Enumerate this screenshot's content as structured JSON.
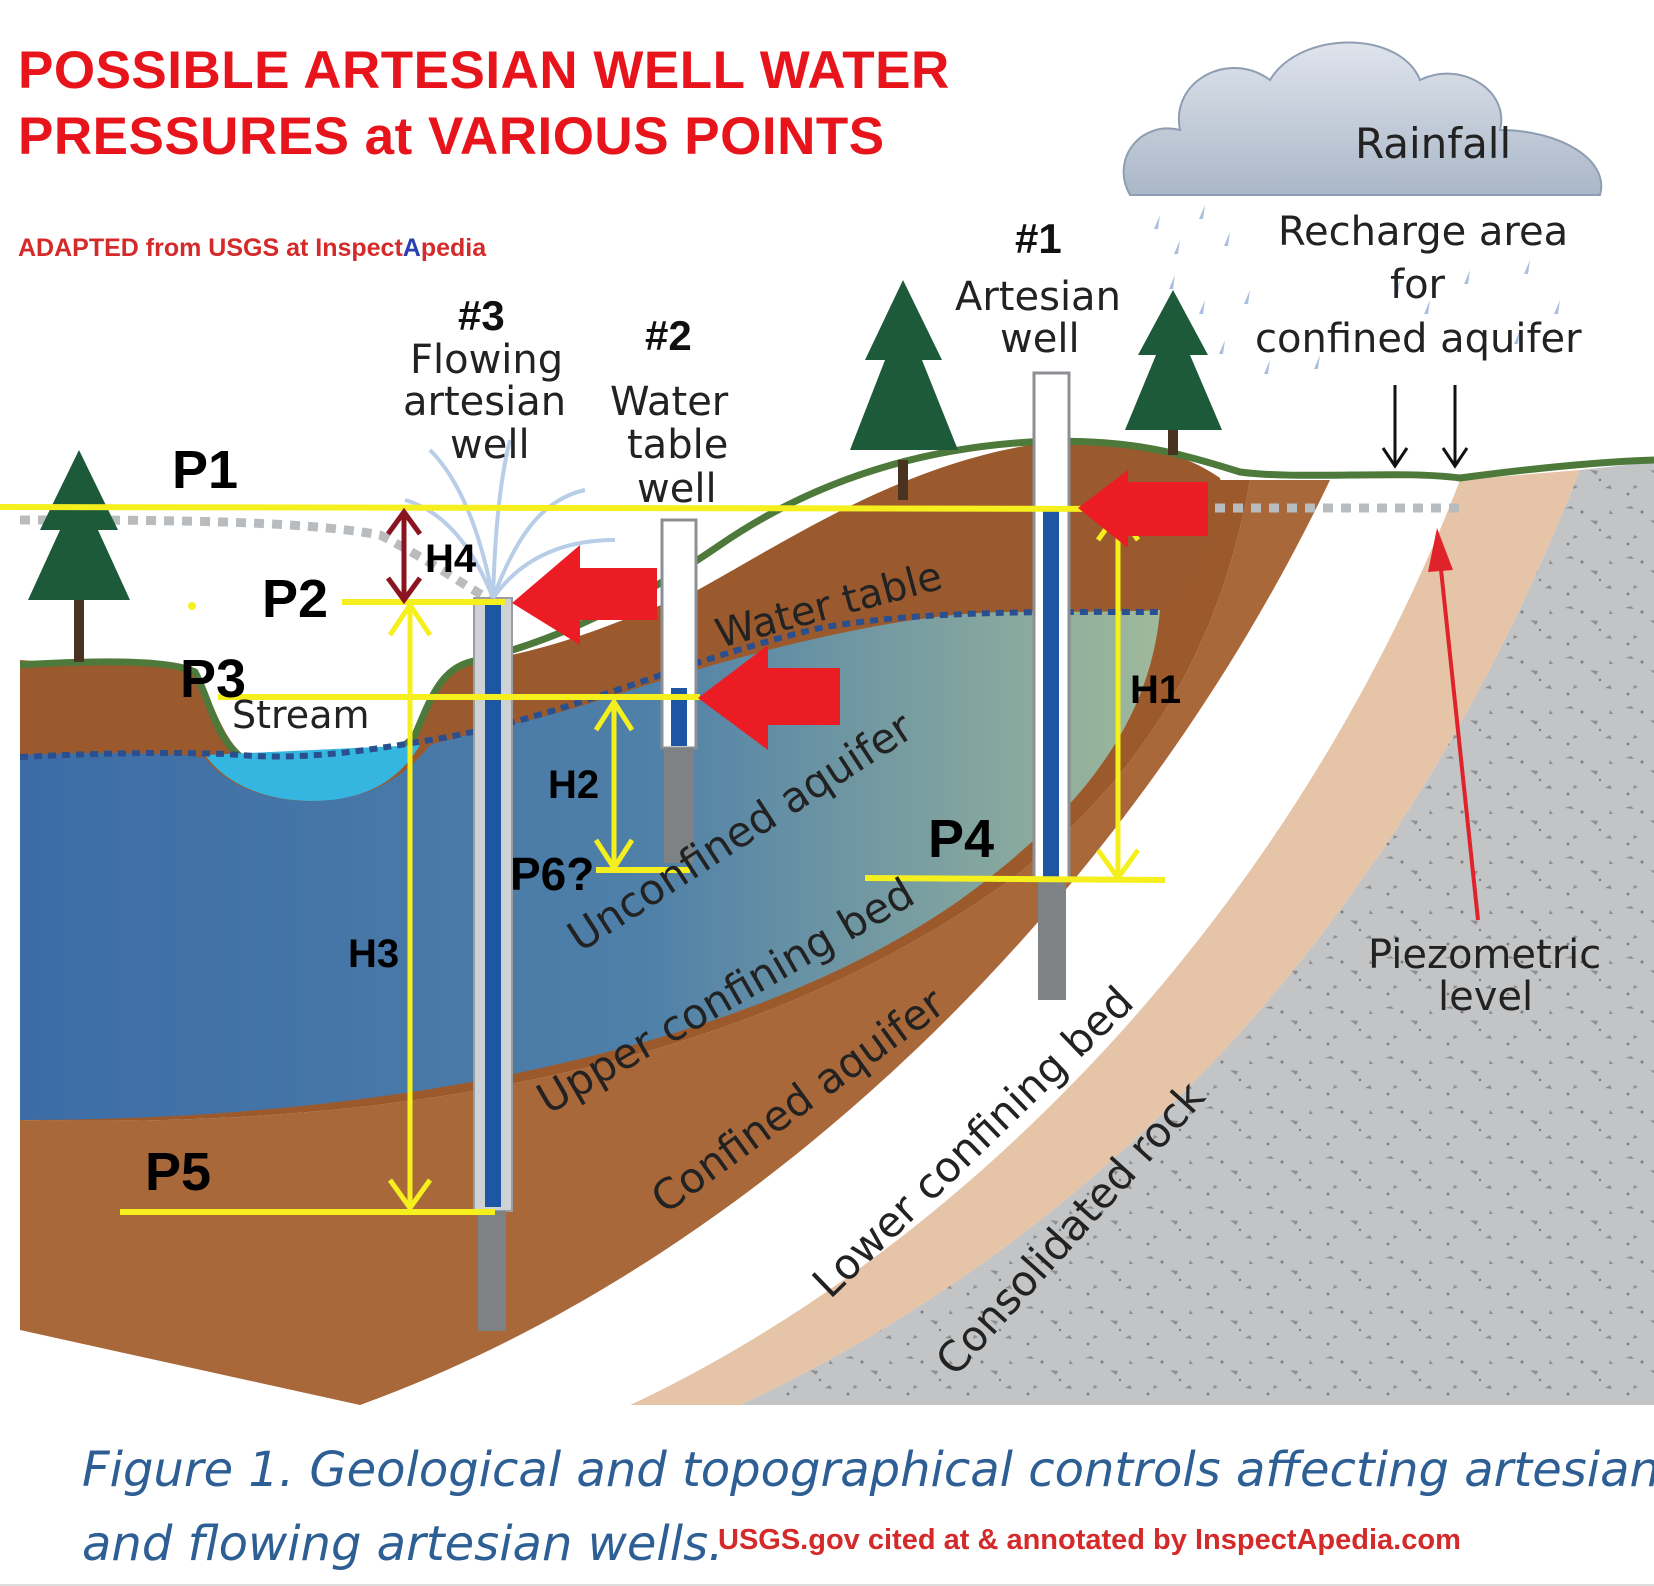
{
  "title_line1": "POSSIBLE ARTESIAN WELL WATER",
  "title_line2": "PRESSURES at VARIOUS POINTS",
  "credit_prefix": "ADAPTED from USGS at Inspect",
  "credit_highlight": "A",
  "credit_suffix": "pedia",
  "labels": {
    "rainfall": "Rainfall",
    "recharge1": "Recharge area",
    "recharge2": "for",
    "recharge3": "confined aquifer",
    "well1_num": "#1",
    "well1_a": "Artesian",
    "well1_b": "well",
    "well2_num": "#2",
    "well2_a": "Water",
    "well2_b": "table",
    "well2_c": "well",
    "well3_num": "#3",
    "well3_a": "Flowing",
    "well3_b": "artesian",
    "well3_c": "well",
    "stream": "Stream",
    "water_table": "Water table",
    "unconfined": "Unconfined aquifer",
    "upper_bed": "Upper confining bed",
    "confined": "Confined aquifer",
    "lower_bed": "Lower confining bed",
    "rock": "Consolidated rock",
    "piezo1": "Piezometric",
    "piezo2": "level"
  },
  "points": {
    "p1": "P1",
    "p2": "P2",
    "p3": "P3",
    "p4": "P4",
    "p5": "P5",
    "p6": "P6?"
  },
  "heights": {
    "h1": "H1",
    "h2": "H2",
    "h3": "H3",
    "h4": "H4"
  },
  "colors": {
    "title_red": "#e8141c",
    "annotation_yellow": "#f6ef1e",
    "arrow_red": "#ec1c24",
    "caption_blue": "#2d5f95",
    "aquifer_blue": "#3e6fa8",
    "confining_brown": "#a8683a"
  },
  "caption_line1": "Figure 1. Geological and topographical controls affecting artesian",
  "caption_line2": "and flowing artesian wells.",
  "caption_credit": "USGS.gov cited at & annotated by InspectApedia.com"
}
